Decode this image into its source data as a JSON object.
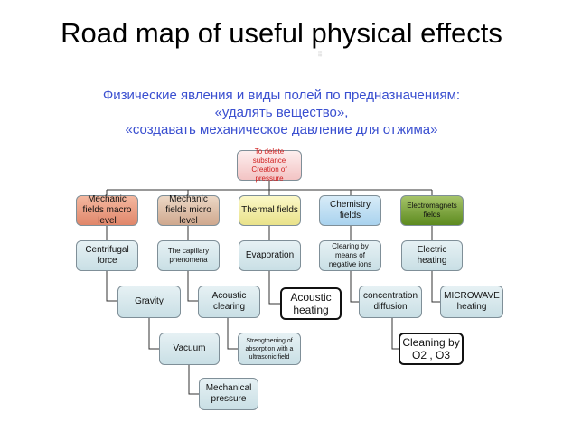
{
  "title": "Road map of useful physical effects",
  "title_mark": "░",
  "subtitle_lines": [
    "Физические явления и виды полей по предназначениям:",
    "«удалять вещество»,",
    "«создавать механическое давление для отжима»"
  ],
  "nodes": {
    "root": "To delete substance Creation of pressure",
    "mech_macro": "Mechanic fields macro level",
    "mech_micro": "Mechanic fields micro level",
    "thermal": "Thermal fields",
    "chemistry": "Chemistry fields",
    "electromag": "Electromagnets fields",
    "centrifugal": "Centrifugal force",
    "gravity": "Gravity",
    "vacuum": "Vacuum",
    "mech_pressure": "Mechanical pressure",
    "capillary": "The capillary phenomena",
    "acoustic_clearing": "Acoustic clearing",
    "strengthening": "Strengthening of absorption with a ultrasonic field",
    "evaporation": "Evaporation",
    "acoustic_heating": "Acoustic heating",
    "neg_ions": "Clearing by means of negative ions",
    "conc_diffusion": "concentration diffusion",
    "cleaning_o2": "Cleaning by O2 , O3",
    "electric_heating": "Electric heating",
    "microwave": "MICROWAVE heating"
  }
}
